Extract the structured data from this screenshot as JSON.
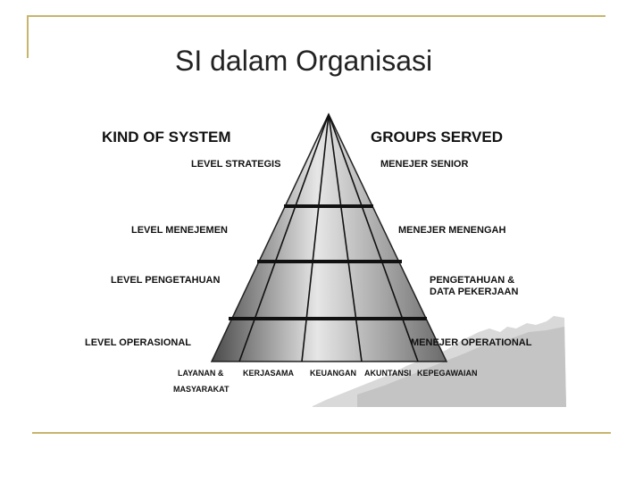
{
  "slide": {
    "title": "SI dalam Organisasi",
    "accent_color": "#c7b56b"
  },
  "diagram": {
    "left_header": "KIND OF SYSTEM",
    "right_header": "GROUPS SERVED",
    "system_levels": [
      "LEVEL STRATEGIS",
      "LEVEL MENEJEMEN",
      "LEVEL PENGETAHUAN",
      "LEVEL OPERASIONAL"
    ],
    "groups_served": [
      "MENEJER SENIOR",
      "MENEJER MENENGAH",
      "PENGETAHUAN &",
      "DATA PEKERJAAN",
      "MENEJER OPERATIONAL"
    ],
    "functional_areas": [
      "LAYANAN &",
      "MASYARAKAT",
      "KERJASAMA",
      "KEUANGAN",
      "AKUNTANSI",
      "KEPEGAWAIAN"
    ]
  }
}
